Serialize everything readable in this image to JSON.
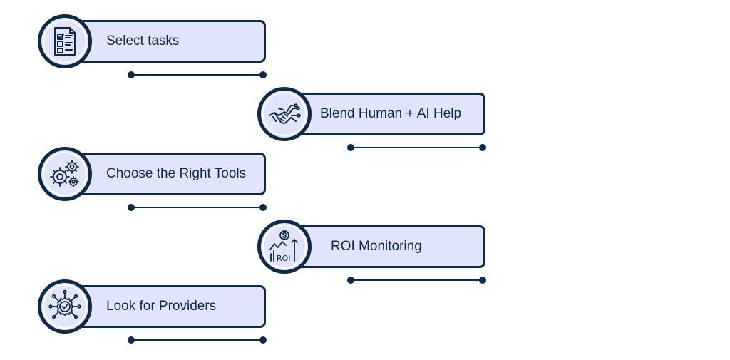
{
  "steps": [
    {
      "label": "Select tasks",
      "icon": "checklist-icon"
    },
    {
      "label": "Blend Human + AI Help",
      "icon": "handshake-circuit-icon"
    },
    {
      "label": "Choose the Right Tools",
      "icon": "gears-icon"
    },
    {
      "label": "ROI Monitoring",
      "icon": "roi-chart-icon",
      "icon_text": "ROI"
    },
    {
      "label": "Look for Providers",
      "icon": "network-gear-check-icon"
    }
  ],
  "colors": {
    "navy": "#0f2a44",
    "pill_fill": "#e1e5fb",
    "background": "#ffffff"
  }
}
